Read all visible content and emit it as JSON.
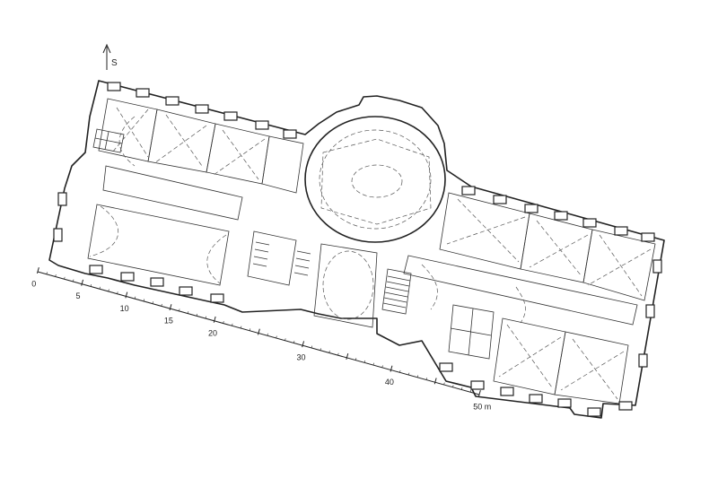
{
  "north_arrow": {
    "label": "S"
  },
  "scale_bar": {
    "ticks": [
      {
        "value": 0,
        "label": "0"
      },
      {
        "value": 5,
        "label": "5"
      },
      {
        "value": 10,
        "label": "10"
      },
      {
        "value": 15,
        "label": "15"
      },
      {
        "value": 20,
        "label": "20"
      },
      {
        "value": 30,
        "label": "30"
      },
      {
        "value": 40,
        "label": "40"
      },
      {
        "value": 50,
        "label": "50 m"
      }
    ],
    "max": 50
  }
}
